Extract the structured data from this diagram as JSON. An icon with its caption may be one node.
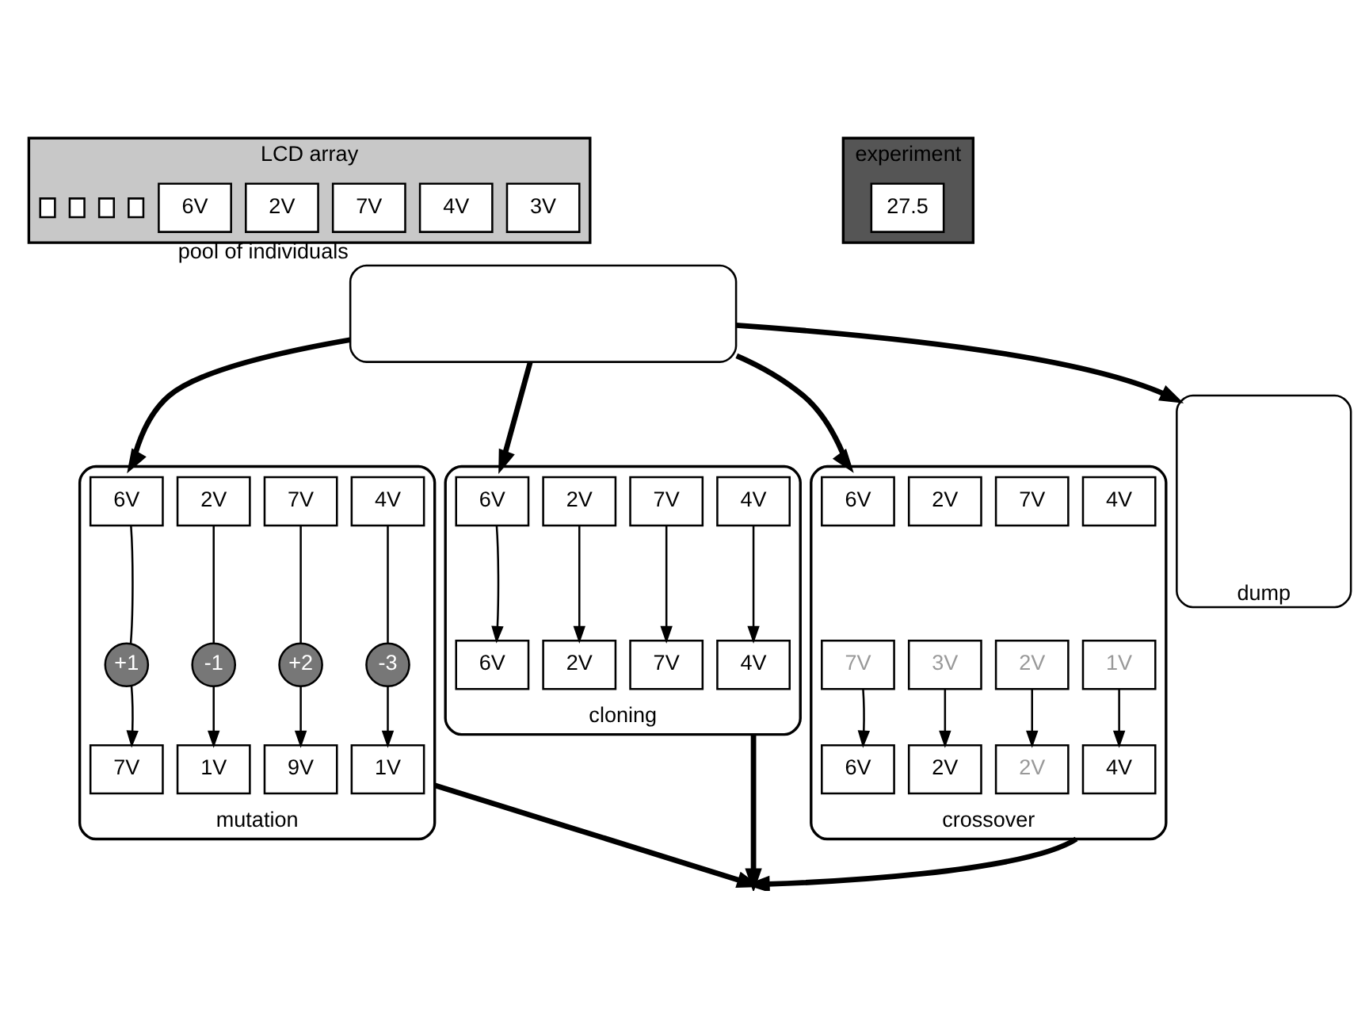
{
  "diagram": {
    "nodes": [
      {
        "text": [
          "LCD array"
        ]
      },
      {
        "text": [],
        "shape": "box",
        "in": 0
      },
      {
        "text": [],
        "shape": "box",
        "in": 0
      },
      {
        "text": [],
        "shape": "box",
        "in": 0
      },
      {
        "text": [],
        "shape": "box",
        "in": 0
      },
      {
        "text": [
          "6V"
        ],
        "in": 0
      },
      {
        "text": [
          "2V"
        ],
        "in": 0
      },
      {
        "text": [
          "7V"
        ],
        "in": 0
      },
      {
        "text": [
          "4V"
        ],
        "in": 0
      },
      {
        "text": [
          "3V"
        ],
        "in": 0
      },
      {
        "text": [
          "experiment"
        ]
      },
      {
        "text": [
          "27.5"
        ],
        "in": 10
      },
      {
        "text": [],
        "shape": "box",
        "beside": [
          "pool of individuals"
        ]
      },
      {
        "text": [
          "mutation"
        ]
      },
      {
        "text": [
          "6V"
        ],
        "in": 13
      },
      {
        "text": [
          "2V"
        ],
        "in": 13
      },
      {
        "text": [
          "7V"
        ],
        "in": 13
      },
      {
        "text": [
          "4V"
        ],
        "in": 13
      },
      {
        "text": [
          "+1"
        ],
        "in": 13
      },
      {
        "text": [
          "-1"
        ],
        "in": 13
      },
      {
        "text": [
          "+2"
        ],
        "in": 13
      },
      {
        "text": [
          "-3"
        ],
        "in": 13
      },
      {
        "text": [
          "7V"
        ],
        "in": 13
      },
      {
        "text": [
          "1V"
        ],
        "in": 13
      },
      {
        "text": [
          "9V"
        ],
        "in": 13
      },
      {
        "text": [
          "1V"
        ],
        "in": 13
      },
      {
        "text": [
          "cloning"
        ]
      },
      {
        "text": [
          "6V"
        ],
        "in": 26
      },
      {
        "text": [
          "2V"
        ],
        "in": 26
      },
      {
        "text": [
          "7V"
        ],
        "in": 26
      },
      {
        "text": [
          "4V"
        ],
        "in": 26
      },
      {
        "text": [
          "6V"
        ],
        "in": 26
      },
      {
        "text": [
          "2V"
        ],
        "in": 26
      },
      {
        "text": [
          "7V"
        ],
        "in": 26
      },
      {
        "text": [
          "4V"
        ],
        "in": 26
      },
      {
        "text": [
          "crossover"
        ]
      },
      {
        "text": [
          "6V"
        ],
        "in": 35
      },
      {
        "text": [
          "2V"
        ],
        "in": 35
      },
      {
        "text": [
          "7V"
        ],
        "in": 35
      },
      {
        "text": [
          "4V"
        ],
        "in": 35
      },
      {
        "text": [
          "7V"
        ],
        "in": 35
      },
      {
        "text": [
          "3V"
        ],
        "in": 35
      },
      {
        "text": [
          "2V"
        ],
        "in": 35
      },
      {
        "text": [
          "1V"
        ],
        "in": 35
      },
      {
        "text": [
          "6V"
        ],
        "in": 35
      },
      {
        "text": [
          "2V"
        ],
        "in": 35
      },
      {
        "text": [
          "2V"
        ],
        "in": 35
      },
      {
        "text": [
          "4V"
        ],
        "in": 35
      },
      {
        "text": [
          "dump"
        ]
      }
    ],
    "edges": [
      {
        "from": 12,
        "to": 13,
        "arrow": "to",
        "style": "thick"
      },
      {
        "from": 12,
        "to": 26,
        "arrow": "to",
        "style": "thick"
      },
      {
        "from": 12,
        "to": 35,
        "arrow": "to",
        "style": "thick"
      },
      {
        "from": 12,
        "to": 48,
        "arrow": "to",
        "style": "thick"
      },
      {
        "from": 14,
        "to": 18,
        "arrow": "none"
      },
      {
        "from": 15,
        "to": 19,
        "arrow": "none"
      },
      {
        "from": 16,
        "to": 20,
        "arrow": "none"
      },
      {
        "from": 17,
        "to": 21,
        "arrow": "none"
      },
      {
        "from": 18,
        "to": 22,
        "arrow": "to"
      },
      {
        "from": 19,
        "to": 23,
        "arrow": "to"
      },
      {
        "from": 20,
        "to": 24,
        "arrow": "to"
      },
      {
        "from": 21,
        "to": 25,
        "arrow": "to"
      },
      {
        "from": 27,
        "to": 31,
        "arrow": "to"
      },
      {
        "from": 28,
        "to": 32,
        "arrow": "to"
      },
      {
        "from": 29,
        "to": 33,
        "arrow": "to"
      },
      {
        "from": 30,
        "to": 34,
        "arrow": "to"
      },
      {
        "from": 40,
        "to": 44,
        "arrow": "to"
      },
      {
        "from": 41,
        "to": 45,
        "arrow": "to"
      },
      {
        "from": 42,
        "to": 46,
        "arrow": "to"
      },
      {
        "from": 43,
        "to": 47,
        "arrow": "to"
      },
      {
        "from": 13,
        "to": null,
        "arrow": "to",
        "style": "thick"
      },
      {
        "from": 26,
        "to": null,
        "arrow": "to",
        "style": "thick"
      },
      {
        "from": 35,
        "to": null,
        "arrow": "to",
        "style": "thick"
      }
    ]
  }
}
